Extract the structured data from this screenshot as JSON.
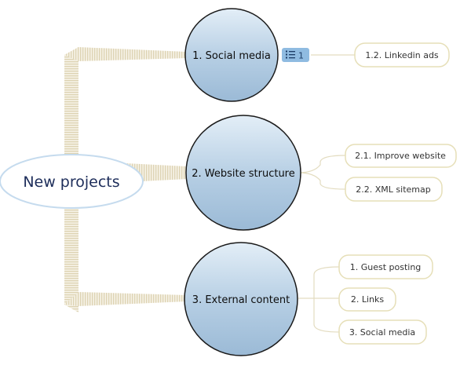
{
  "root": {
    "label": "New projects"
  },
  "topics": [
    {
      "label": "1. Social media",
      "badge": {
        "icon": "list-icon",
        "count": "1"
      },
      "children": [
        "1.2. Linkedin ads"
      ]
    },
    {
      "label": "2. Website structure",
      "children": [
        "2.1. Improve website",
        "2.2. XML sitemap"
      ]
    },
    {
      "label": "3. External content",
      "children": [
        "1. Guest posting",
        "2. Links",
        "3. Social media"
      ]
    }
  ],
  "colors": {
    "topic_fill_top": "#dce9f4",
    "topic_fill_bottom": "#9fbdd8",
    "topic_stroke": "#1a1a1a",
    "root_stroke": "#c9ddef",
    "connector": "#e8dfc4",
    "leaf_stroke": "#e6dfb8",
    "badge_fill": "#8ebbe0"
  }
}
